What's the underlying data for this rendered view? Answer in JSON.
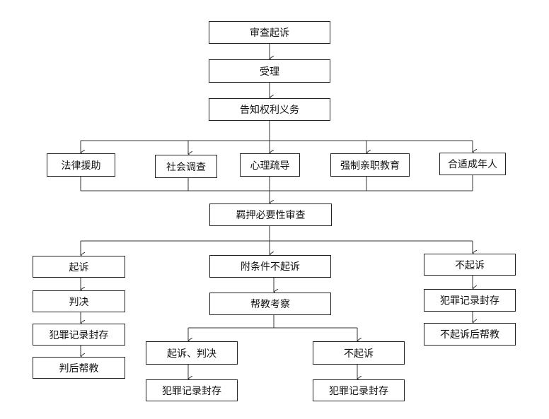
{
  "nodes": {
    "review_prosecution": "审查起诉",
    "acceptance": "受理",
    "inform_rights": "告知权利义务",
    "legal_aid": "法律援助",
    "social_investigation": "社会调查",
    "psych_counseling": "心理疏导",
    "parental_education": "强制亲职教育",
    "adult_presence": "合适成年人",
    "detention_review": "羁押必要性审查",
    "left_prosecute": "起诉",
    "left_judgment": "判决",
    "left_seal": "犯罪记录封存",
    "left_post_help": "判后帮教",
    "mid_conditional": "附条件不起诉",
    "mid_supervision": "帮教考察",
    "mid_prosecute_judgment": "起诉、判决",
    "mid_seal_a": "犯罪记录封存",
    "mid_not_prosecute": "不起诉",
    "mid_seal_b": "犯罪记录封存",
    "right_not_prosecute": "不起诉",
    "right_seal": "犯罪记录封存",
    "right_post_help": "不起诉后帮教"
  },
  "colors": {
    "line": "#333333",
    "border": "#222222"
  }
}
